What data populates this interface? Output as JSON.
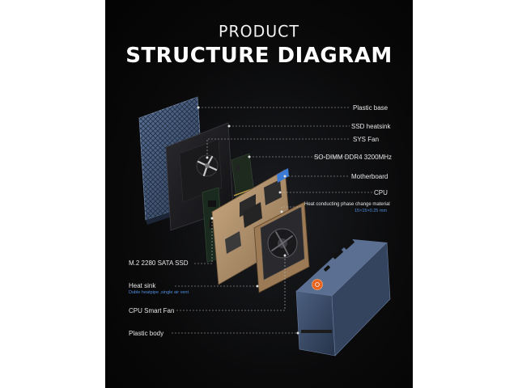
{
  "header": {
    "title_top": "PRODUCT",
    "title_main": "STRUCTURE DIAGRAM"
  },
  "labels": {
    "plastic_base": "Plastic base",
    "ssd_heatsink": "SSD heatsink",
    "sys_fan": "SYS Fan",
    "so_dimm": "SO-DIMM DDR4 3200MHz",
    "motherboard": "Motherboard",
    "cpu": "CPU",
    "heat_phase": "Heat conducting phase change material",
    "heat_phase_sub": "15×15×0.25 mm",
    "m2_ssd": "M.2 2280 SATA SSD",
    "heat_sink": "Heat sink",
    "heat_sink_sub": "Duble heatpipe ,single air vent",
    "cpu_fan": "CPU Smart Fan",
    "plastic_body": "Plastic body"
  },
  "colors": {
    "background": "#050505",
    "text": "#e6e6e6",
    "accent_blue": "#4d8fe0",
    "leader": "#bcbcbc",
    "case_blue": "#3e5270",
    "pcb": "#b89a78",
    "power_orange": "#e8641e"
  }
}
